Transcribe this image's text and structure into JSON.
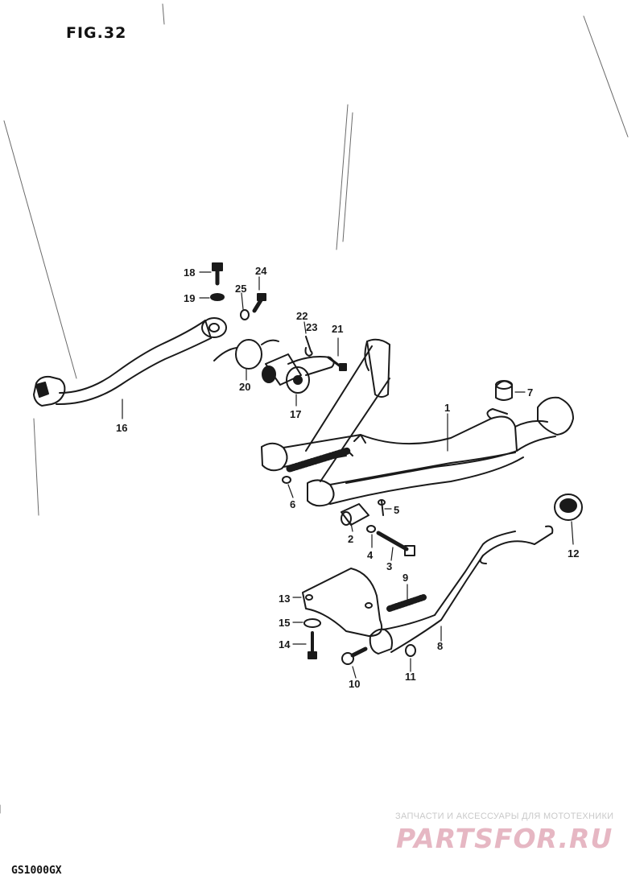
{
  "figure": {
    "title": "FIG.32",
    "model": "GS1000GX",
    "watermark_text": "ЗАПЧАСТИ И АКСЕССУАРЫ ДЛЯ МОТОТЕХНИКИ",
    "watermark_logo": "PARTSFOR.RU"
  },
  "callouts": [
    {
      "id": "18",
      "text": "18"
    },
    {
      "id": "19",
      "text": "19"
    },
    {
      "id": "24",
      "text": "24"
    },
    {
      "id": "25",
      "text": "25"
    },
    {
      "id": "22",
      "text": "22"
    },
    {
      "id": "23",
      "text": "23"
    },
    {
      "id": "21",
      "text": "21"
    },
    {
      "id": "20",
      "text": "20"
    },
    {
      "id": "17",
      "text": "17"
    },
    {
      "id": "16",
      "text": "16"
    },
    {
      "id": "7",
      "text": "7"
    },
    {
      "id": "1",
      "text": "1"
    },
    {
      "id": "6",
      "text": "6"
    },
    {
      "id": "5",
      "text": "5"
    },
    {
      "id": "2",
      "text": "2"
    },
    {
      "id": "4",
      "text": "4"
    },
    {
      "id": "3",
      "text": "3"
    },
    {
      "id": "12",
      "text": "12"
    },
    {
      "id": "9",
      "text": "9"
    },
    {
      "id": "13",
      "text": "13"
    },
    {
      "id": "15",
      "text": "15"
    },
    {
      "id": "8",
      "text": "8"
    },
    {
      "id": "14",
      "text": "14"
    },
    {
      "id": "10",
      "text": "10"
    },
    {
      "id": "11",
      "text": "11"
    }
  ],
  "style": {
    "ink": "#1a1a1a",
    "watermark_pink": "#e6b7c3",
    "watermark_grey": "#c9c9c9"
  }
}
